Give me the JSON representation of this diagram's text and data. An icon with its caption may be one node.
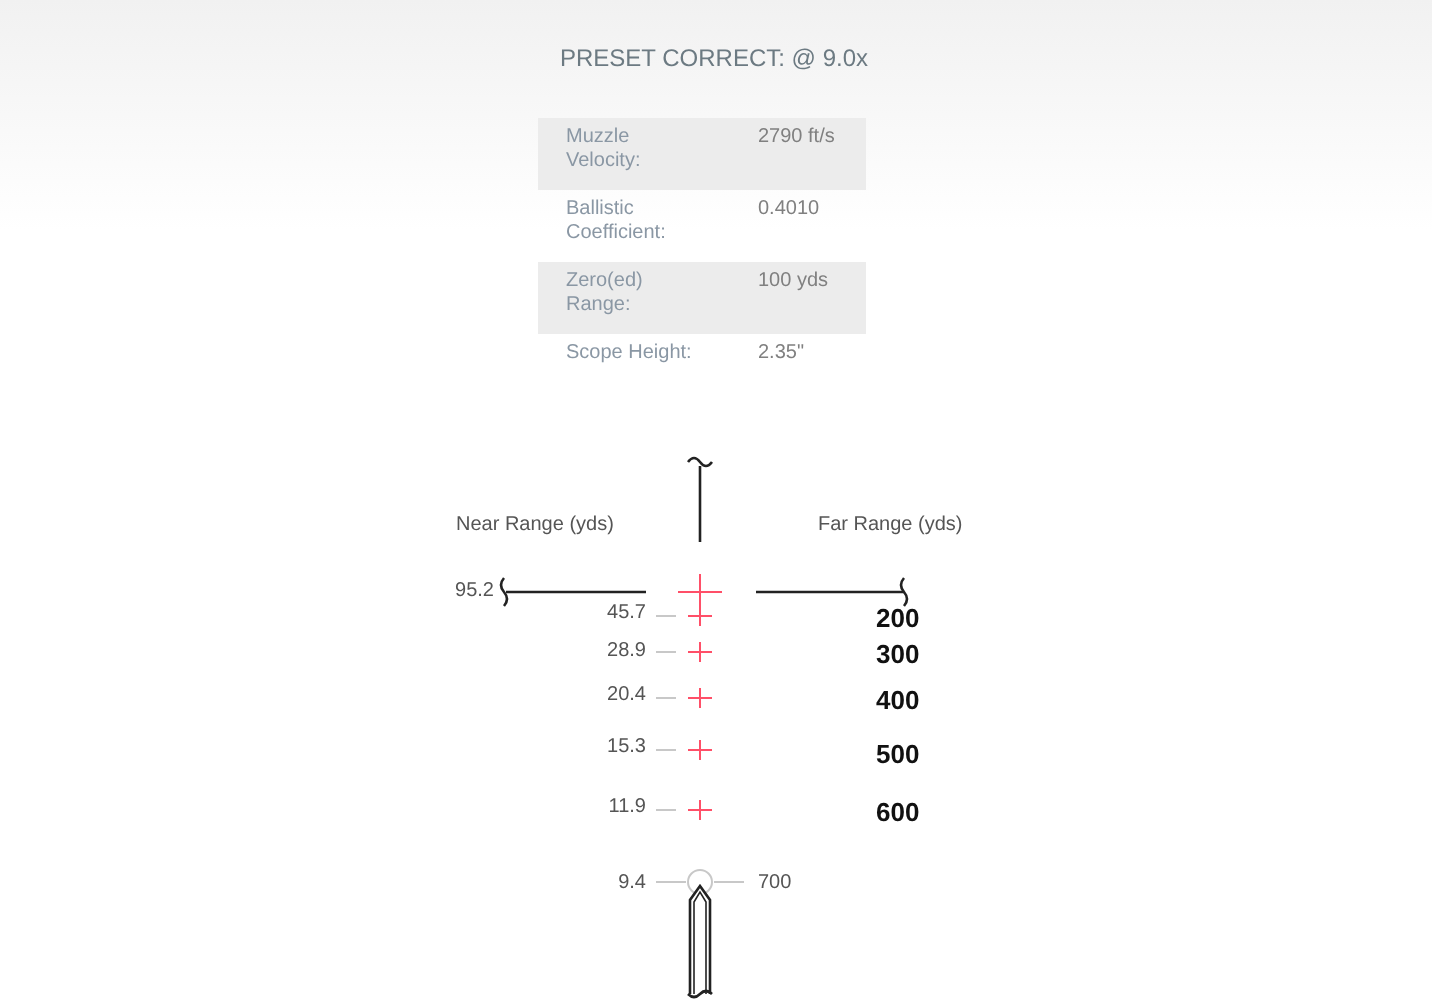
{
  "diagram": {
    "title": "PRESET CORRECT: @ 9.0x",
    "labels": [
      "Muzzle Velocity:",
      "2790 ft/s",
      "Ballistic Coefficient:",
      "0.4010",
      "Zero(ed) Range:",
      "100 yds",
      "Scope Height:",
      "2.35\"",
      "Near Range (yds)",
      "Far Range (yds)",
      "95.2",
      "45.7",
      "200",
      "28.9",
      "300",
      "20.4",
      "400",
      "15.3",
      "500",
      "11.9",
      "600",
      "9.4",
      "700"
    ]
  }
}
